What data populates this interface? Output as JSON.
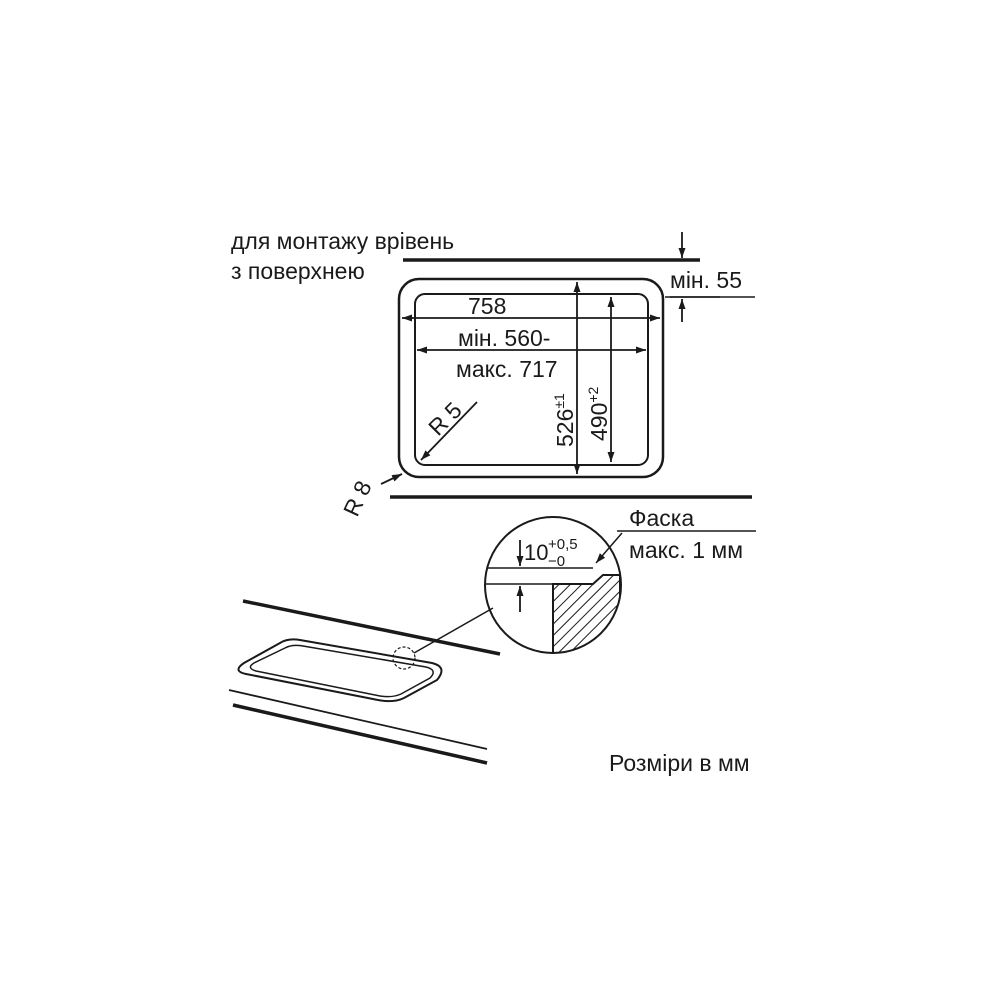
{
  "flush_note": {
    "line1": "для монтажу врівень",
    "line2": "з поверхнею"
  },
  "dimensions": {
    "min_depth": "мін. 55",
    "outer_width": "758",
    "inner_width_min": "мін. 560-",
    "inner_width_max": "макс. 717",
    "outer_height": "526",
    "outer_height_tol": "±1",
    "inner_height": "490",
    "inner_height_tol": "+2",
    "inner_radius": "R 5",
    "outer_radius": "R 8"
  },
  "detail": {
    "rebate_depth": "10",
    "rebate_tol_upper": "+0,5",
    "rebate_tol_lower": "−0",
    "chamfer_title": "Фаска",
    "chamfer_value": "макс. 1 мм"
  },
  "units_note": "Розміри в мм",
  "colors": {
    "ink": "#1a1a1a",
    "rebate_fill": "#d9d9d9"
  }
}
